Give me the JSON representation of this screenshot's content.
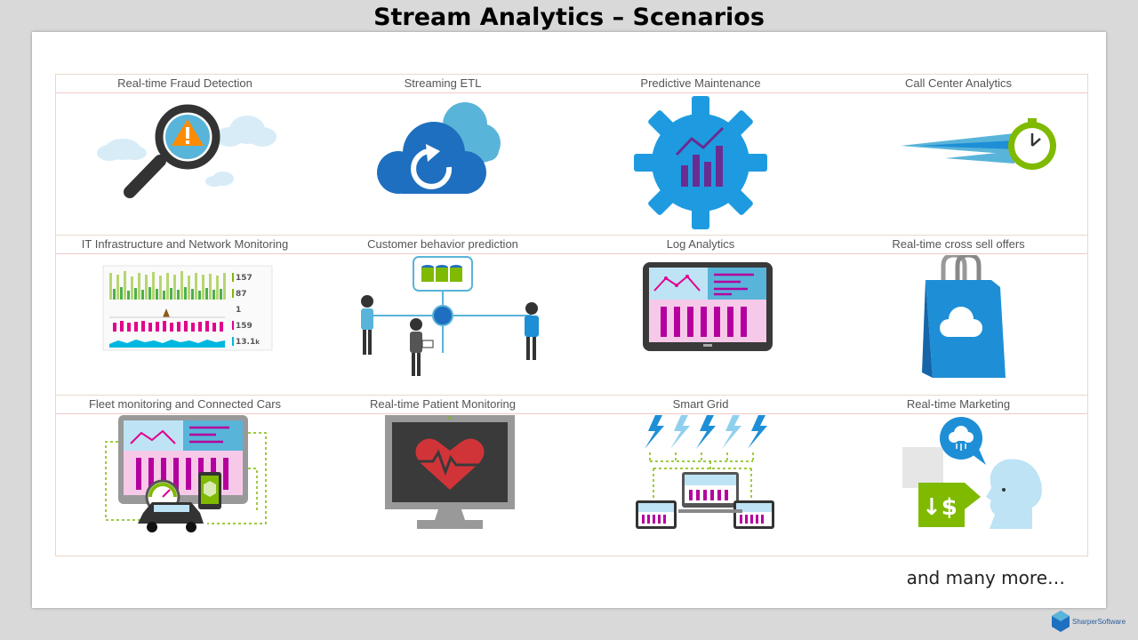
{
  "title": "Stream Analytics – Scenarios",
  "rows": [
    {
      "cells": [
        {
          "label": "Real-time Fraud Detection",
          "icon": "magnifier-warning-icon"
        },
        {
          "label": "Streaming ETL",
          "icon": "cloud-refresh-icon"
        },
        {
          "label": "Predictive Maintenance",
          "icon": "gear-chart-icon"
        },
        {
          "label": "Call Center Analytics",
          "icon": "clock-speed-icon"
        }
      ]
    },
    {
      "cells": [
        {
          "label": "IT Infrastructure and Network Monitoring",
          "icon": "dashboard-metrics-icon"
        },
        {
          "label": "Customer behavior prediction",
          "icon": "people-network-icon"
        },
        {
          "label": "Log Analytics",
          "icon": "tablet-chart-icon"
        },
        {
          "label": "Real-time cross sell offers",
          "icon": "shopping-bag-icon"
        }
      ]
    },
    {
      "cells": [
        {
          "label": "Fleet monitoring and Connected Cars",
          "icon": "connected-car-icon"
        },
        {
          "label": "Real-time Patient Monitoring",
          "icon": "heart-monitor-icon"
        },
        {
          "label": "Smart Grid",
          "icon": "lightning-grid-icon"
        },
        {
          "label": "Real-time Marketing",
          "icon": "chat-marketing-icon"
        }
      ]
    }
  ],
  "metrics": {
    "total_server_requests": "157",
    "failed_requests": "87",
    "total_dependency_fails": "1",
    "exceptions": "159",
    "server_requests": "13.1",
    "server_requests_unit": "k"
  },
  "price_glyph": "↓$",
  "footer_note": "and many more…",
  "brand": "SharperSoftware",
  "colors": {
    "azure_blue": "#1e8fd6",
    "light_blue": "#59b4d9",
    "magenta": "#b4009e",
    "green": "#7fba00",
    "orange": "#ff8c00",
    "dark": "#3a3a3a"
  }
}
